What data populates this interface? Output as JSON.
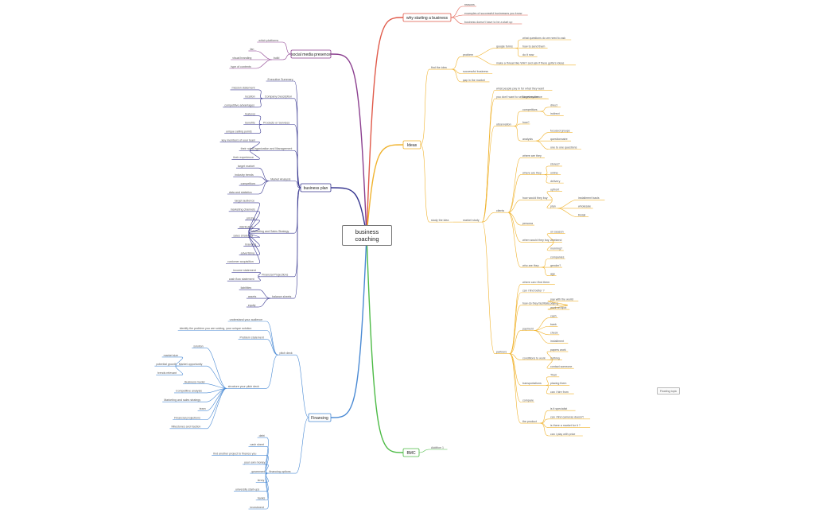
{
  "center": "business coaching",
  "floating_topic": "Floating topic",
  "branches": [
    {
      "id": "why",
      "label": "why starting a business",
      "color": "#e05a4a",
      "items": [
        {
          "t": "reasons"
        },
        {
          "t": "examples of successful businesses you know"
        },
        {
          "t": "business doesn't have to be a start up"
        }
      ]
    },
    {
      "id": "ideas",
      "label": "Ideas",
      "color": "#f0b32e",
      "items": [
        {
          "t": "find the idea",
          "children": [
            {
              "t": "problem",
              "children": [
                {
                  "t": "google forms",
                  "children": [
                    {
                      "t": "what questions do we need to ask"
                    },
                    {
                      "t": "how to send them"
                    },
                    {
                      "t": "do it now"
                    }
                  ]
                },
                {
                  "t": "make a thread like WHY and ask if there gotta's ideas"
                }
              ]
            },
            {
              "t": "successful business"
            },
            {
              "t": "gap in the market"
            }
          ]
        },
        {
          "t": "study the idea",
          "children": [
            {
              "t": "market study",
              "children": [
                {
                  "t": "what people pay in for what they want"
                },
                {
                  "t": "you don't want to sell to everyone",
                  "children": [
                    {
                      "t": "target audience"
                    }
                  ]
                },
                {
                  "t": "observation",
                  "children": [
                    {
                      "t": "competitors",
                      "children": [
                        {
                          "t": "direct"
                        },
                        {
                          "t": "indirect"
                        }
                      ]
                    },
                    {
                      "t": "how?"
                    },
                    {
                      "t": "analysis",
                      "children": [
                        {
                          "t": "focused groups"
                        },
                        {
                          "t": "questionnaire"
                        },
                        {
                          "t": "one to one questions"
                        }
                      ]
                    }
                  ]
                },
                {
                  "t": "clients",
                  "children": [
                    {
                      "t": "where are they"
                    },
                    {
                      "t": "where are they",
                      "children": [
                        {
                          "t": "stores?"
                        },
                        {
                          "t": "online"
                        },
                        {
                          "t": "delivery"
                        }
                      ]
                    },
                    {
                      "t": "how would they buy",
                      "children": [
                        {
                          "t": "upfront"
                        },
                        {
                          "t": "plan",
                          "children": [
                            {
                              "t": "installment basis"
                            },
                            {
                              "t": "wholesale"
                            },
                            {
                              "t": "Retail"
                            }
                          ]
                        }
                      ]
                    },
                    {
                      "t": "persona"
                    },
                    {
                      "t": "when would they buy",
                      "children": [
                        {
                          "t": "on season"
                        },
                        {
                          "t": "weekend"
                        },
                        {
                          "t": "morning?"
                        }
                      ]
                    },
                    {
                      "t": "who are they",
                      "children": [
                        {
                          "t": "companies"
                        },
                        {
                          "t": "gender?"
                        },
                        {
                          "t": "age"
                        }
                      ]
                    }
                  ]
                },
                {
                  "t": "partners",
                  "children": [
                    {
                      "t": "where can i find them"
                    },
                    {
                      "t": "can i find better ?"
                    },
                    {
                      "t": "how do they facilitate paying",
                      "children": [
                        {
                          "t": "pay with the world"
                        },
                        {
                          "t": "work on spot"
                        }
                      ]
                    },
                    {
                      "t": "payment",
                      "children": [
                        {
                          "t": "cash"
                        },
                        {
                          "t": "bank"
                        },
                        {
                          "t": "check"
                        },
                        {
                          "t": "installment"
                        }
                      ]
                    },
                    {
                      "t": "conditions to work",
                      "children": [
                        {
                          "t": "papers work"
                        },
                        {
                          "t": "nothing"
                        },
                        {
                          "t": "contact someone"
                        }
                      ]
                    },
                    {
                      "t": "transportations",
                      "children": [
                        {
                          "t": "Their"
                        },
                        {
                          "t": "placing them"
                        },
                        {
                          "t": "can i hire from"
                        }
                      ]
                    },
                    {
                      "t": "compare"
                    },
                    {
                      "t": "the product",
                      "children": [
                        {
                          "t": "is it specialist"
                        },
                        {
                          "t": "can i find cameras doesn't"
                        },
                        {
                          "t": "is there a market for it ?"
                        },
                        {
                          "t": "can i play with price"
                        }
                      ]
                    }
                  ]
                }
              ]
            }
          ]
        }
      ]
    },
    {
      "id": "bmc",
      "label": "BMC",
      "color": "#4dbb46",
      "items": [
        {
          "t": "Addition 1"
        }
      ]
    },
    {
      "id": "financing",
      "label": "Financing",
      "color": "#4a8ad4",
      "items": [
        {
          "t": "pitch deck",
          "children": [
            {
              "t": "understand your audience"
            },
            {
              "t": "identify the problem you are solving, your unique solution"
            },
            {
              "t": "Problem statement"
            },
            {
              "t": "structure your pitch deck",
              "children": [
                {
                  "t": "solution"
                },
                {
                  "t": "Market opportunity",
                  "children": [
                    {
                      "t": "market size"
                    },
                    {
                      "t": "potential growth"
                    },
                    {
                      "t": "trends relevant"
                    }
                  ]
                },
                {
                  "t": "Business model"
                },
                {
                  "t": "Competitive analysis"
                },
                {
                  "t": "Marketing and sales strategy"
                },
                {
                  "t": "team"
                },
                {
                  "t": "Financial projections"
                },
                {
                  "t": "Milestones and traction"
                }
              ]
            }
          ]
        },
        {
          "t": "financing options",
          "children": [
            {
              "t": "debt"
            },
            {
              "t": "cash sheet"
            },
            {
              "t": "find another project to finance you"
            },
            {
              "t": "your own money"
            },
            {
              "t": "goverment"
            },
            {
              "t": "lenny"
            },
            {
              "t": "university start-ups"
            },
            {
              "t": "banks"
            },
            {
              "t": "investment"
            }
          ]
        }
      ]
    },
    {
      "id": "plan",
      "label": "business plan",
      "color": "#36358f",
      "items": [
        {
          "t": "Executive Summary"
        },
        {
          "t": "Company Description",
          "children": [
            {
              "t": "mission statement"
            },
            {
              "t": "location"
            },
            {
              "t": "competitive advantages"
            }
          ]
        },
        {
          "t": "Products or Services",
          "children": [
            {
              "t": "features"
            },
            {
              "t": "benefits"
            },
            {
              "t": "unique selling points"
            }
          ]
        },
        {
          "t": "Organization and Management",
          "children": [
            {
              "t": "key members of your team"
            },
            {
              "t": "their roles"
            },
            {
              "t": "their experience"
            }
          ]
        },
        {
          "t": "Market Analysis",
          "children": [
            {
              "t": "target market"
            },
            {
              "t": "industry trends"
            },
            {
              "t": "competitors"
            },
            {
              "t": "data and statistics"
            }
          ]
        },
        {
          "t": "Marketing and Sales Strategy",
          "children": [
            {
              "t": "target audience"
            },
            {
              "t": "marketing channels"
            },
            {
              "t": "pricing"
            },
            {
              "t": "distribution"
            },
            {
              "t": "sales strategies"
            },
            {
              "t": "branding"
            },
            {
              "t": "advertising"
            },
            {
              "t": "customer acquisition"
            }
          ]
        },
        {
          "t": "Financial Projections",
          "children": [
            {
              "t": "income statement"
            },
            {
              "t": "cash flow statement"
            }
          ]
        },
        {
          "t": "balance sheets",
          "children": [
            {
              "t": "liabilities"
            },
            {
              "t": "assets"
            },
            {
              "t": "equity"
            }
          ]
        }
      ]
    },
    {
      "id": "social",
      "label": "social media presence",
      "color": "#8b3f8f",
      "items": [
        {
          "t": "which platforms"
        },
        {
          "t": "build",
          "children": [
            {
              "t": "fan"
            },
            {
              "t": "visual branding"
            },
            {
              "t": "type of contents"
            }
          ]
        }
      ]
    }
  ]
}
